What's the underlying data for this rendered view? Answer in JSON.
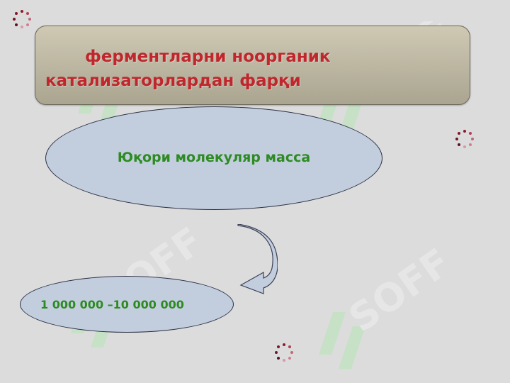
{
  "slide": {
    "title": "ферментларни ноорганик катализаторлардан фарқи",
    "property": "Юқори молекуляр масса",
    "range": "1 000 000 –10 000 000"
  },
  "watermark": {
    "text": "SOFF"
  },
  "decor": {
    "spinner_icon": "loading-dots-icon",
    "arrow_icon": "curved-arrow-down-left-icon"
  },
  "colors": {
    "background": "#dcdcdc",
    "title_text": "#c0272d",
    "body_text": "#2e8b22",
    "ellipse_fill": "#c2cede",
    "title_box_fill": "#bdb8a3",
    "watermark": "#b8e0b8"
  }
}
